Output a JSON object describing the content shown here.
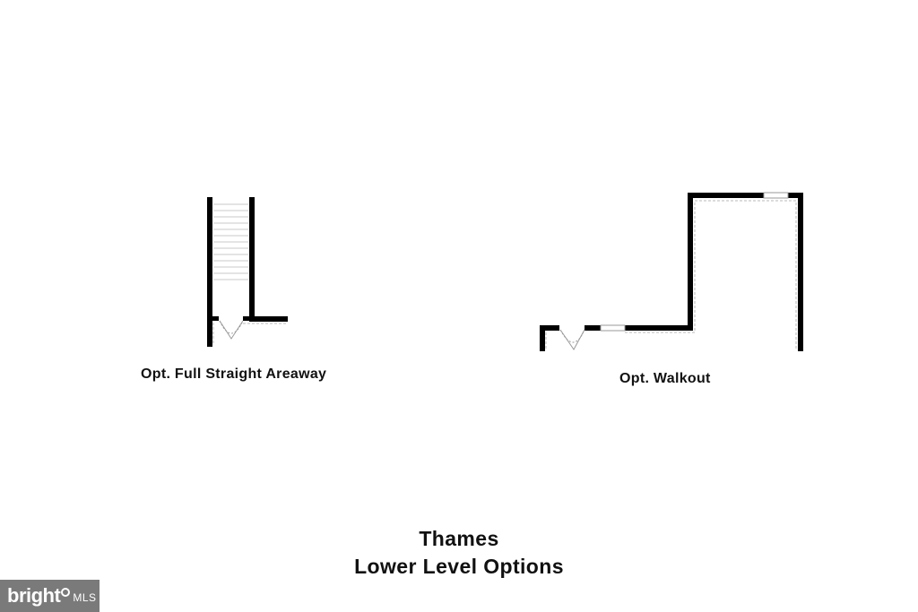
{
  "plans": {
    "areaway": {
      "caption": "Opt. Full Straight Areaway"
    },
    "walkout": {
      "caption": "Opt. Walkout"
    }
  },
  "title": {
    "line1": "Thames",
    "line2": "Lower Level Options"
  },
  "watermark": {
    "brand": "bright",
    "suffix": "MLS"
  },
  "colors": {
    "wall": "#000000",
    "background": "#ffffff",
    "dashed": "#b8b8b8",
    "watermark": "#7a7a7a"
  }
}
